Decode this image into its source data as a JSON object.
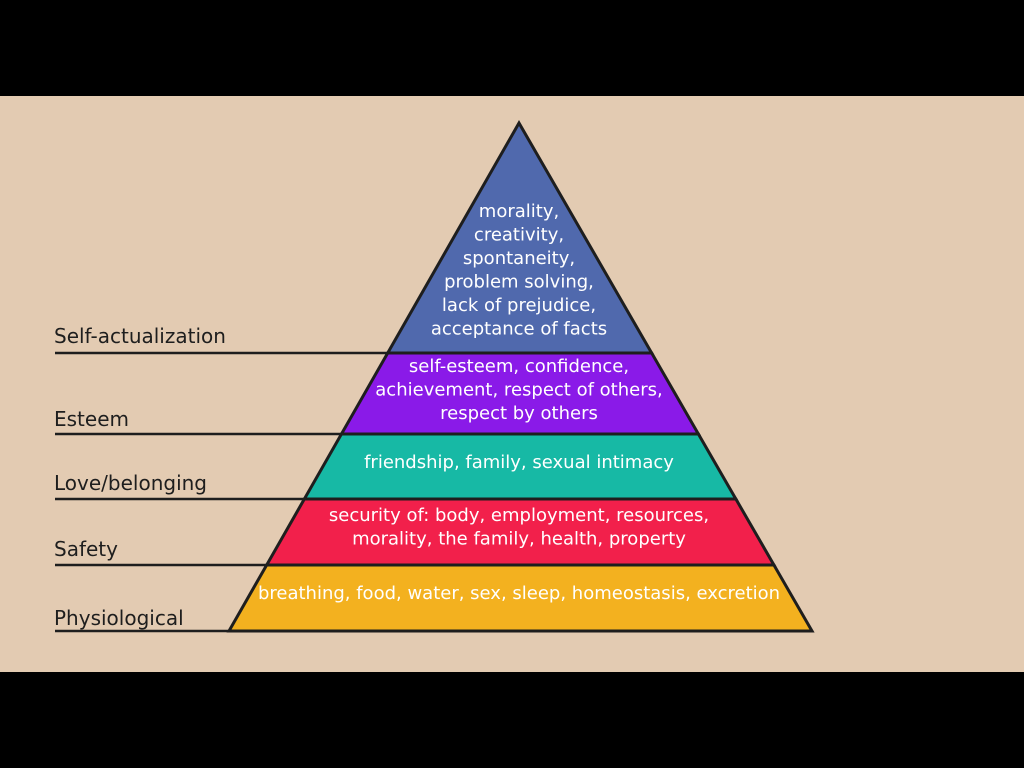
{
  "background_color": "#e3cbb2",
  "letterbox_color": "#000000",
  "levels": [
    {
      "name": "Self-actualization",
      "color": "#5069ad",
      "lines": [
        "morality,",
        "creativity,",
        "spontaneity,",
        "problem solving,",
        "lack of prejudice,",
        "acceptance of facts"
      ]
    },
    {
      "name": "Esteem",
      "color": "#8a1ae8",
      "lines": [
        "self-esteem, confidence,",
        "achievement, respect of others,",
        "respect by others"
      ]
    },
    {
      "name": "Love/belonging",
      "color": "#17b9a5",
      "lines": [
        "friendship, family, sexual intimacy"
      ]
    },
    {
      "name": "Safety",
      "color": "#f2204b",
      "lines": [
        "security of: body, employment, resources,",
        "morality, the family, health, property"
      ]
    },
    {
      "name": "Physiological",
      "color": "#f3b11f",
      "lines": [
        "breathing, food, water, sex, sleep, homeostasis, excretion"
      ]
    }
  ]
}
